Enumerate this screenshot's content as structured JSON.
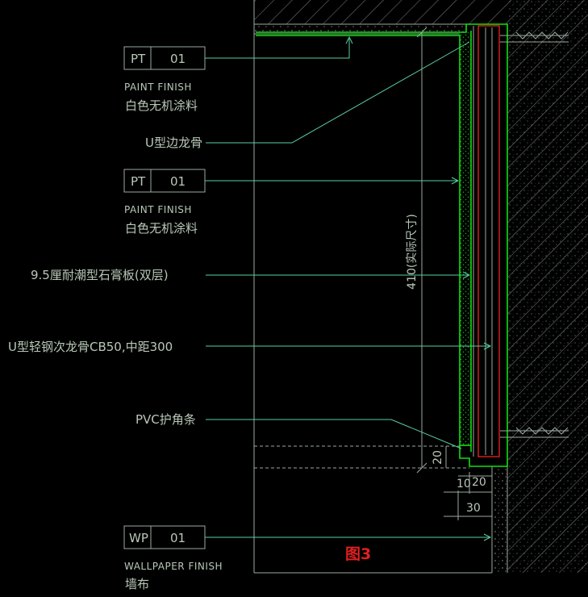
{
  "tags": [
    {
      "code": "PT",
      "num": "01",
      "en": "PAINT FINISH",
      "cn": "白色无机涂料"
    },
    {
      "code": "PT",
      "num": "01",
      "en": "PAINT FINISH",
      "cn": "白色无机涂料"
    },
    {
      "code": "WP",
      "num": "01",
      "en": "WALLPAPER FINISH",
      "cn": "墙布"
    }
  ],
  "notes": {
    "u_edge_keel": "U型边龙骨",
    "gypsum_board": "9.5厘耐潮型石膏板(双层)",
    "steel_keel": "U型轻钢次龙骨CB50,中距300",
    "pvc_corner": "PVC护角条"
  },
  "dimensions": {
    "height": "410(实际尺寸)",
    "d20_vertical": "20",
    "d10": "10",
    "d20": "20",
    "d30": "30"
  },
  "figure_label": "图3",
  "colors": {
    "background": "#000000",
    "linework": "#9aaaa0",
    "leader": "#58d0a0",
    "board": "#10e010",
    "keel": "#e02020",
    "text": "#b8c8b8"
  }
}
